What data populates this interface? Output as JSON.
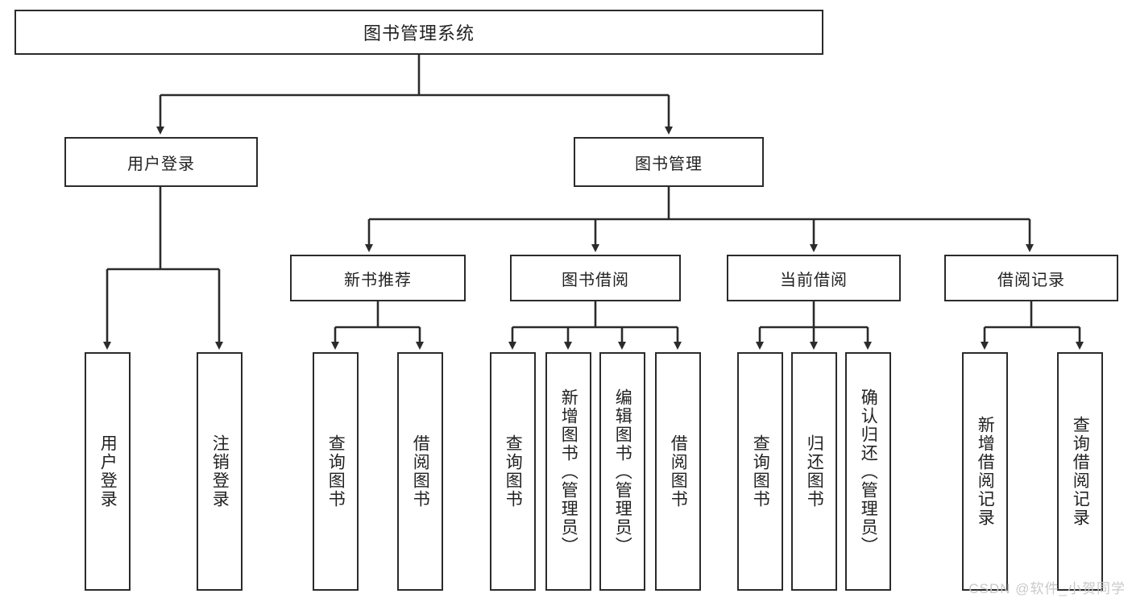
{
  "diagram": {
    "type": "tree-hierarchy",
    "title": "图书管理系统",
    "watermark": "CSDN @软件_小贺同学",
    "colors": {
      "stroke": "#2b2b2b",
      "fill": "#ffffff",
      "text": "#222222",
      "watermark": "#c9c9c9"
    },
    "level2": [
      {
        "label": "用户登录"
      },
      {
        "label": "图书管理"
      }
    ],
    "level3": [
      {
        "label": "新书推荐"
      },
      {
        "label": "图书借阅"
      },
      {
        "label": "当前借阅"
      },
      {
        "label": "借阅记录"
      }
    ],
    "leaves": {
      "user_login": [
        {
          "label": "用户登录"
        },
        {
          "label": "注销登录"
        }
      ],
      "new_book_recommend": [
        {
          "label": "查询图书"
        },
        {
          "label": "借阅图书"
        }
      ],
      "book_borrow": [
        {
          "label": "查询图书"
        },
        {
          "label": "新增图书（管理员）"
        },
        {
          "label": "编辑图书（管理员）"
        },
        {
          "label": "借阅图书"
        }
      ],
      "current_borrow": [
        {
          "label": "查询图书"
        },
        {
          "label": "归还图书"
        },
        {
          "label": "确认归还（管理员）"
        }
      ],
      "borrow_record": [
        {
          "label": "新增借阅记录"
        },
        {
          "label": "查询借阅记录"
        }
      ]
    }
  }
}
